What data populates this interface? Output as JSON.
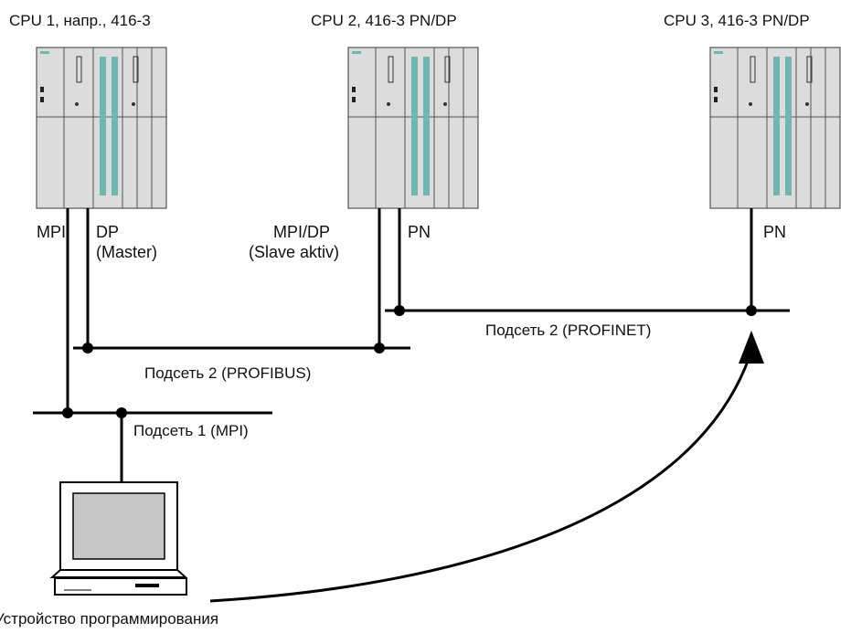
{
  "cpus": [
    {
      "title": "CPU 1, напр., 416-3"
    },
    {
      "title": "CPU 2, 416-3 PN/DP"
    },
    {
      "title": "CPU 3, 416-3 PN/DP"
    }
  ],
  "interfaces": {
    "cpu1_mpi": "MPI",
    "cpu1_dp_line1": "DP",
    "cpu1_dp_line2": "(Master)",
    "cpu2_mpidp_line1": "MPI/DP",
    "cpu2_mpidp_line2": "(Slave aktiv)",
    "cpu2_pn": "PN",
    "cpu3_pn": "PN"
  },
  "subnets": {
    "profibus": "Подсеть 2 (PROFIBUS)",
    "profinet": "Подсеть 2 (PROFINET)",
    "mpi": "Подсеть 1 (MPI)"
  },
  "device": {
    "label": "Устройство программирования"
  },
  "colors": {
    "rack_fill": "#dcdcdc",
    "rack_stroke": "#555555",
    "slot_accent": "#6fb7b0",
    "line": "#000000",
    "screen": "#c8c8c8"
  }
}
